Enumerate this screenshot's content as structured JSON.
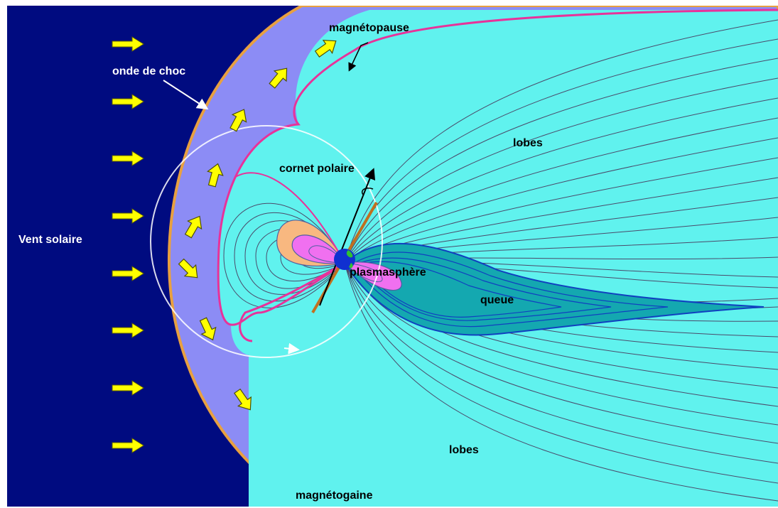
{
  "labels": {
    "bow_shock": "onde de choc",
    "magnetopause": "magnétopause",
    "solar_wind": "Vent solaire",
    "polar_cusp": "cornet polaire",
    "lobes_top": "lobes",
    "lobes_bottom": "lobes",
    "plasmasphere": "plasmasphère",
    "tail": "queue",
    "magnetosheath": "magnétogaine"
  },
  "colors": {
    "solar_wind_background": "#000b80",
    "magnetosheath": "#8c8cf5",
    "bow_shock": "#e8a040",
    "magnetopause": "#e8329a",
    "magnetosphere": "#60f2ee",
    "field_lines": "#4a4a6a",
    "plasma_sheet": "#14a8b0",
    "ring_outer": "#f8b880",
    "plasmasphere_core": "#f070f0",
    "arrows": "#ffff00",
    "earth": "#1030d0"
  },
  "icons": {
    "solar_wind_arrows": "arrow-right-icon",
    "flow_arrows": "curved-arrow-icon",
    "earth": "earth-icon",
    "rotation_axis": "axis-arrow-icon"
  }
}
